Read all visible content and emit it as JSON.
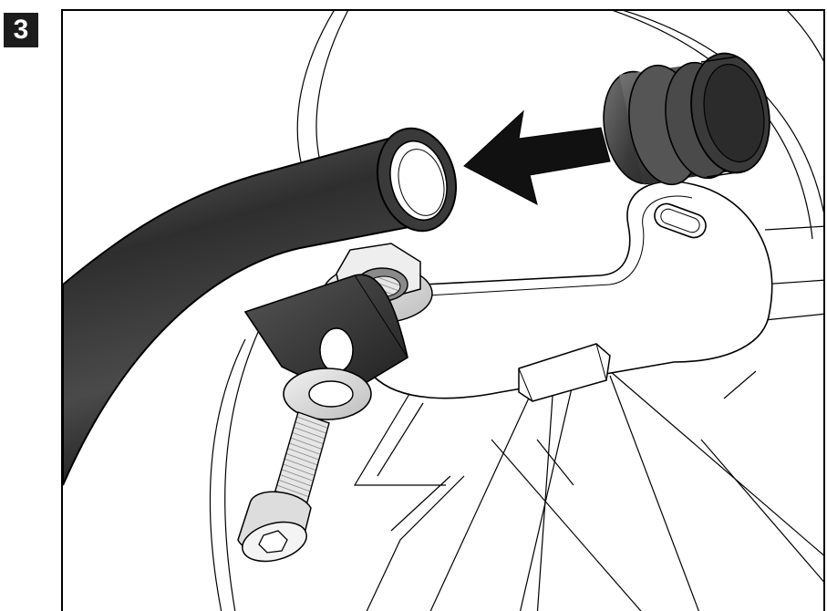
{
  "step": {
    "number": "3"
  },
  "colors": {
    "background": "#ffffff",
    "badge": "#1c1c1c",
    "badge_text": "#ffffff",
    "line": "#000000",
    "dark_metal": "#2a2a2a",
    "mid_metal": "#5a5a5a",
    "light_metal": "#d8d8d8"
  },
  "parts": [
    {
      "id": "tube",
      "icon": "bent-tube"
    },
    {
      "id": "end-plug",
      "icon": "knurled-plug"
    },
    {
      "id": "direction-arrow",
      "icon": "arrow-left"
    },
    {
      "id": "bracket",
      "icon": "mounting-bracket"
    },
    {
      "id": "nut",
      "icon": "flange-nut"
    },
    {
      "id": "washer",
      "icon": "flat-washer"
    },
    {
      "id": "bolt",
      "icon": "socket-head-bolt"
    }
  ]
}
